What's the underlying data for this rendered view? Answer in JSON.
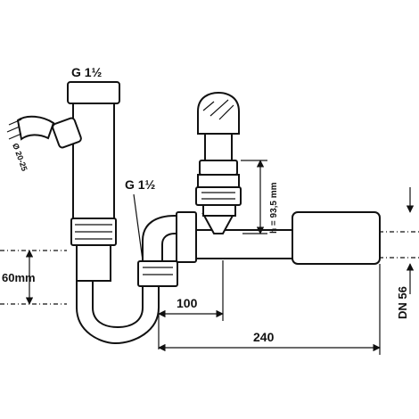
{
  "labels": {
    "thread_top": "G 1½",
    "thread_side": "G 1½",
    "dim_height": "60mm",
    "dim_horizontal_short": "100",
    "dim_horizontal_long": "240",
    "dim_vertical_h": "h = 93,5 mm",
    "dim_diameter": "DN 56",
    "hose_marking": "Ø 20-25"
  }
}
